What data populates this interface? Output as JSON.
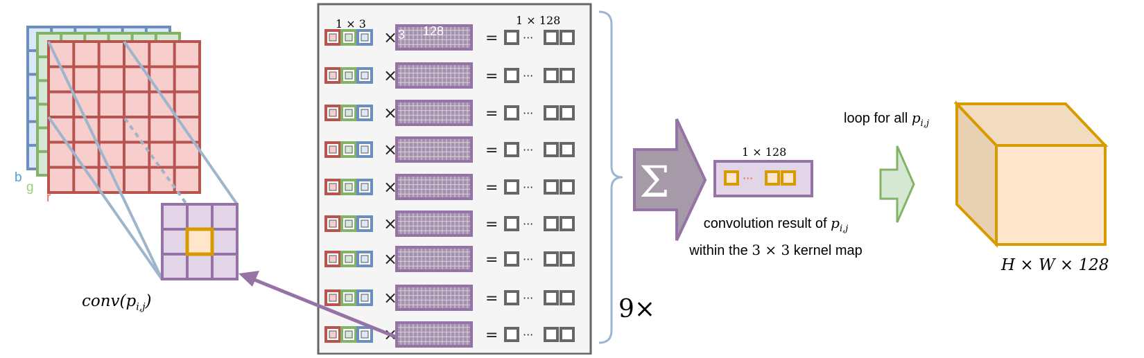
{
  "colors": {
    "red_stroke": "#b85450",
    "red_fill": "#f8cecc",
    "green_stroke": "#82b366",
    "green_fill": "#d5e8d4",
    "blue_stroke": "#6c8ebf",
    "blue_fill": "#dae8fc",
    "purple_stroke": "#9673a6",
    "purple_fill": "#e1d5e7",
    "orange_stroke": "#d79b00",
    "orange_fill": "#ffe6cc",
    "gray_stroke": "#666666",
    "panel_fill": "#f5f5f5",
    "sigma_fill": "#a69aa8",
    "link_blue": "#9eb5cd",
    "channel_b": "#4a9fe0",
    "channel_g": "#97d077",
    "channel_r": "#ea6b66"
  },
  "image_channels": {
    "b": "b",
    "g": "g",
    "r": "r"
  },
  "conv_label": {
    "name": "conv",
    "sub": "i,j"
  },
  "matrix_panel": {
    "rows": 9,
    "label_1x3": "1 × 3",
    "label_1x128": "1 × 128",
    "weight_dim_3": "3",
    "weight_dim_128": "128",
    "times_symbol": "×",
    "equals_symbol": "=",
    "dots": "···"
  },
  "repeat_label": "9×",
  "sigma_symbol": "Σ",
  "result": {
    "dim_label": "1 × 128",
    "dots": "···",
    "caption_line1_prefix": "convolution result of ",
    "caption_line2_prefix": "within the ",
    "caption_kernel": "3 × 3",
    "caption_line2_suffix": " kernel map"
  },
  "loop_label_prefix": "loop for all ",
  "p_symbol": {
    "base": "p",
    "sub": "i,j"
  },
  "output_volume": {
    "label": "H × W × 128"
  },
  "icons": [
    "sigma-arrow-icon",
    "next-arrow-icon",
    "cube-icon",
    "brace-icon"
  ]
}
